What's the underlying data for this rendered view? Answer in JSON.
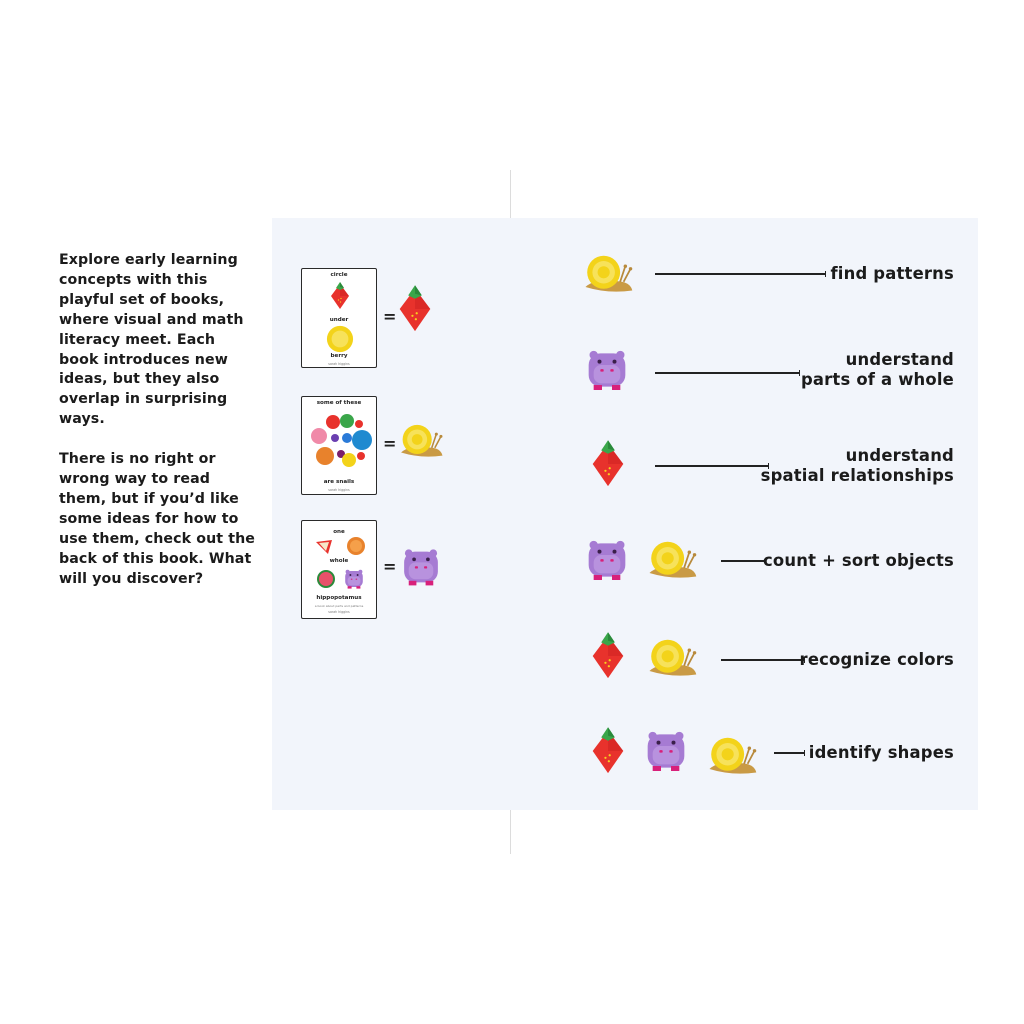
{
  "intro": {
    "paragraph1": "Explore early learning concepts with this playful set of books, where visual and math literacy meet. Each book introduces new ideas, but they also overlap in surprising ways.",
    "paragraph2": "There is no right or wrong way to read them, but if you’d like some ideas for how to use them, check out the back of this book. What will you discover?"
  },
  "books": [
    {
      "word1": "circle",
      "word2": "under",
      "word3": "berry",
      "author": "sarah higgins",
      "equals": "=",
      "equals_icon": "strawberry-icon"
    },
    {
      "word1": "some of these",
      "word2": "are snails",
      "author": "sarah higgins",
      "equals": "=",
      "equals_icon": "snail-icon"
    },
    {
      "word1": "one",
      "word2": "whole",
      "word3": "hippopotamus",
      "tagline": "a book about parts and patterns",
      "author": "sarah higgins",
      "equals": "=",
      "equals_icon": "hippo-icon"
    }
  ],
  "concepts": [
    {
      "label_line1": "find patterns",
      "label_line2": "",
      "icons": [
        "snail-icon"
      ]
    },
    {
      "label_line1": "understand",
      "label_line2": "parts of a whole",
      "icons": [
        "hippo-icon"
      ]
    },
    {
      "label_line1": "understand",
      "label_line2": "spatial relationships",
      "icons": [
        "strawberry-icon"
      ]
    },
    {
      "label_line1": "count + sort objects",
      "label_line2": "",
      "icons": [
        "hippo-icon",
        "snail-icon"
      ]
    },
    {
      "label_line1": "recognize colors",
      "label_line2": "",
      "icons": [
        "strawberry-icon",
        "snail-icon"
      ]
    },
    {
      "label_line1": "identify shapes",
      "label_line2": "",
      "icons": [
        "strawberry-icon",
        "hippo-icon",
        "snail-icon"
      ]
    }
  ],
  "colors": {
    "panel": "#f2f5fb",
    "strawberry": "#e8322c",
    "leaf": "#3aa64a",
    "snail_shell": "#f3d31a",
    "snail_body": "#c99a45",
    "hippo": "#a67bd3",
    "hippo_feet": "#d8207a"
  }
}
